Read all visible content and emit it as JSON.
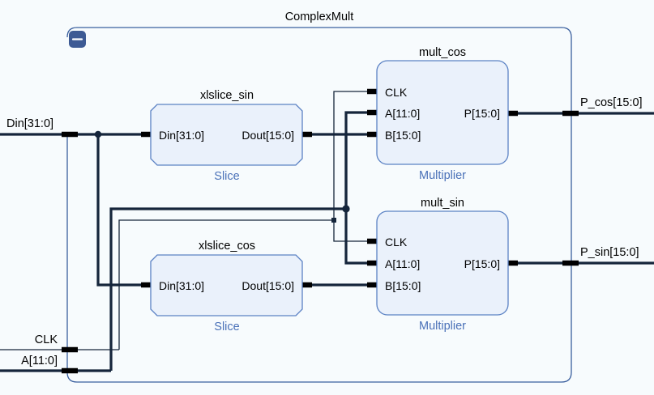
{
  "sheet": {
    "title": "ComplexMult",
    "background_color": "#f7fbfd",
    "group_border_color": "#3a5f9e",
    "wire_color": "#15253b",
    "block_fill": "#eaf1fb",
    "block_border": "#5b82c4",
    "kind_label_color": "#4a71b8"
  },
  "collapse_button": {
    "name": "collapse-button",
    "glyph": "minus"
  },
  "external_ports": {
    "inputs": [
      {
        "label": "Din[31:0]",
        "side": "left"
      },
      {
        "label": "CLK",
        "side": "left"
      },
      {
        "label": "A[11:0]",
        "side": "left"
      }
    ],
    "outputs": [
      {
        "label": "P_cos[15:0]",
        "side": "right"
      },
      {
        "label": "P_sin[15:0]",
        "side": "right"
      }
    ]
  },
  "blocks": [
    {
      "id": "xlslice_sin",
      "name": "xlslice_sin",
      "kind": "Slice",
      "inputs": [
        "Din[31:0]"
      ],
      "outputs": [
        "Dout[15:0]"
      ]
    },
    {
      "id": "xlslice_cos",
      "name": "xlslice_cos",
      "kind": "Slice",
      "inputs": [
        "Din[31:0]"
      ],
      "outputs": [
        "Dout[15:0]"
      ]
    },
    {
      "id": "mult_cos",
      "name": "mult_cos",
      "kind": "Multiplier",
      "inputs": [
        "CLK",
        "A[11:0]",
        "B[15:0]"
      ],
      "outputs": [
        "P[15:0]"
      ]
    },
    {
      "id": "mult_sin",
      "name": "mult_sin",
      "kind": "Multiplier",
      "inputs": [
        "CLK",
        "A[11:0]",
        "B[15:0]"
      ],
      "outputs": [
        "P[15:0]"
      ]
    }
  ]
}
